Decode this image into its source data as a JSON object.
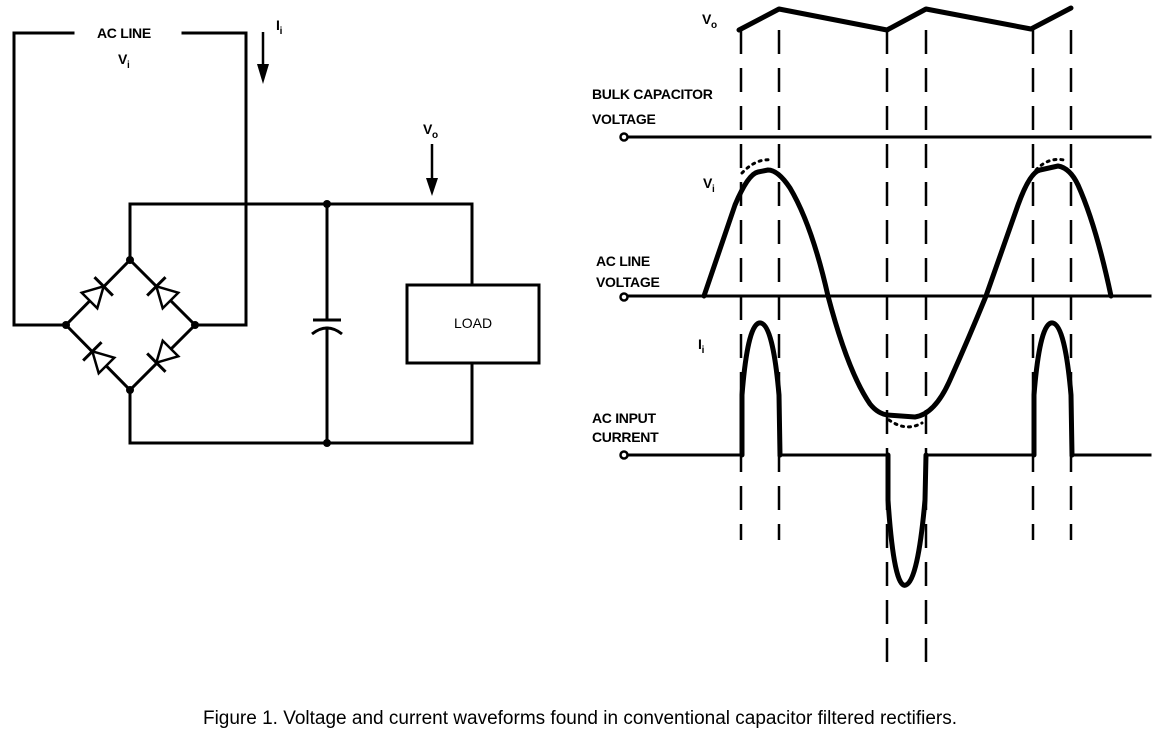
{
  "figure": {
    "caption": "Figure 1. Voltage and current waveforms found in conventional capacitor filtered rectifiers."
  },
  "circuit": {
    "ac_line_label": "AC LINE",
    "vi_label": "V",
    "vi_sub": "i",
    "ii_label": "I",
    "ii_sub": "i",
    "vo_label": "V",
    "vo_sub": "o",
    "load_label": "LOAD"
  },
  "waveforms": {
    "bulk": {
      "signal_label": "V",
      "signal_sub": "o",
      "trace_label_line1": "BULK CAPACITOR",
      "trace_label_line2": "VOLTAGE"
    },
    "line": {
      "signal_label": "V",
      "signal_sub": "i",
      "trace_label_line1": "AC LINE",
      "trace_label_line2": "VOLTAGE"
    },
    "current": {
      "signal_label": "I",
      "signal_sub": "i",
      "trace_label_line1": "AC INPUT",
      "trace_label_line2": "CURRENT"
    }
  }
}
